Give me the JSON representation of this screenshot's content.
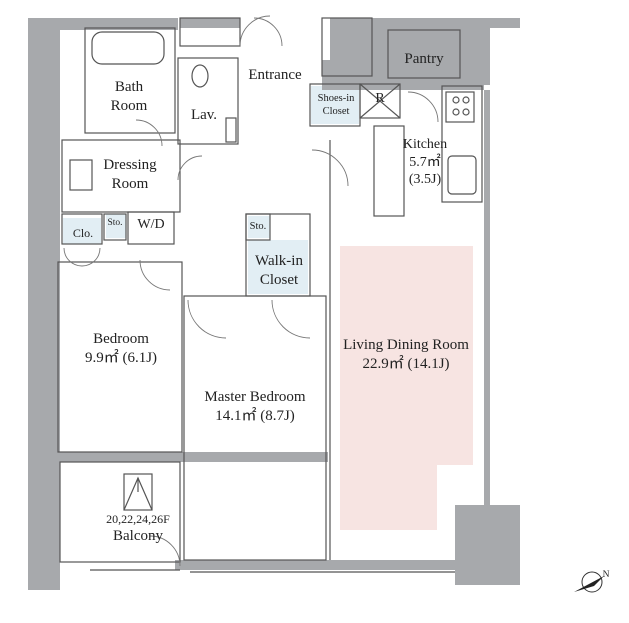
{
  "rooms": {
    "bath": {
      "line1": "Bath",
      "line2": "Room"
    },
    "lav": "Lav.",
    "entrance": "Entrance",
    "shoes_closet": {
      "line1": "Shoes-in",
      "line2": "Closet"
    },
    "refrigerator": "R",
    "pantry": "Pantry",
    "kitchen": {
      "name": "Kitchen",
      "area": "5.7㎡",
      "jo": "(3.5J)"
    },
    "dressing": {
      "line1": "Dressing",
      "line2": "Room"
    },
    "closet_small": "Clo.",
    "storage_a": "Sto.",
    "washer_dryer": "W/D",
    "storage_b": "Sto.",
    "walk_in_closet": {
      "line1": "Walk-in",
      "line2": "Closet"
    },
    "bedroom": {
      "name": "Bedroom",
      "area": "9.9㎡  (6.1J)"
    },
    "master_bedroom": {
      "name": "Master Bedroom",
      "area": "14.1㎡  (8.7J)"
    },
    "living_dining": {
      "name": "Living Dining Room",
      "area": "22.9㎡  (14.1J)"
    },
    "balcony": {
      "floors": "20,22,24,26F",
      "name": "Balcony"
    }
  },
  "compass": {
    "north": "N"
  },
  "colors": {
    "wall": "#a7a9ac",
    "closet_fill": "#e2eef4",
    "ldk_highlight": "#f7e4e2",
    "line": "#555555"
  }
}
